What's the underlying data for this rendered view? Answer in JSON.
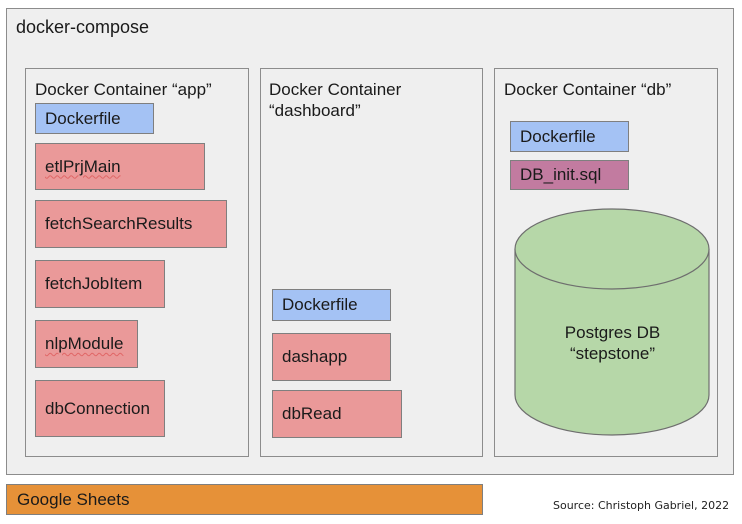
{
  "outer": {
    "title": "docker-compose"
  },
  "containers": {
    "app": {
      "title": "Docker Container “app”",
      "items": [
        "Dockerfile",
        "etlPrjMain",
        "fetchSearchResults",
        "fetchJobItem",
        "nlpModule",
        "dbConnection"
      ]
    },
    "dashboard": {
      "title_line1": "Docker Container",
      "title_line2": "“dashboard”",
      "items": [
        "Dockerfile",
        "dashapp",
        "dbRead"
      ]
    },
    "db": {
      "title": "Docker Container “db”",
      "items": [
        "Dockerfile",
        "DB_init.sql"
      ],
      "database": {
        "line1": "Postgres DB",
        "line2": "“stepstone”"
      }
    }
  },
  "google_sheets": "Google Sheets",
  "source": "Source: Christoph Gabriel, 2022",
  "colors": {
    "dockerfile": "#a4c2f4",
    "module": "#ea9999",
    "sql": "#c27ba0",
    "database": "#b6d7a8",
    "google_sheets": "#e69138",
    "container_bg": "#efefef"
  }
}
